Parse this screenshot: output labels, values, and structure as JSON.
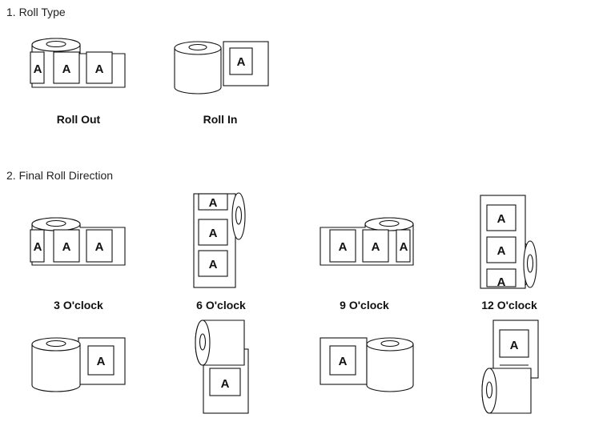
{
  "sections": {
    "roll_type": {
      "title": "1. Roll Type",
      "items": [
        "Roll Out",
        "Roll In"
      ]
    },
    "final_roll_direction": {
      "title": "2. Final Roll Direction",
      "items": [
        "3 O'clock",
        "6 O'clock",
        "9 O'clock",
        "12 O'clock"
      ]
    }
  },
  "label_letter": "A"
}
